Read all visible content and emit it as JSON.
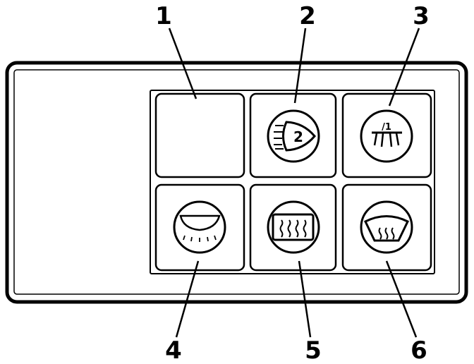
{
  "callouts": {
    "c1": "1",
    "c2": "2",
    "c3": "3",
    "c4": "4",
    "c5": "5",
    "c6": "6"
  },
  "switches": {
    "s2_icon_text": "2",
    "s3_icon_text": "/1"
  },
  "icons": {
    "s1": "blank-switch",
    "s2": "headlamp-range-icon",
    "s3": "light-beam-icon",
    "s4": "headlamp-icon",
    "s5": "rear-window-heater-icon",
    "s6": "windshield-defroster-icon"
  }
}
